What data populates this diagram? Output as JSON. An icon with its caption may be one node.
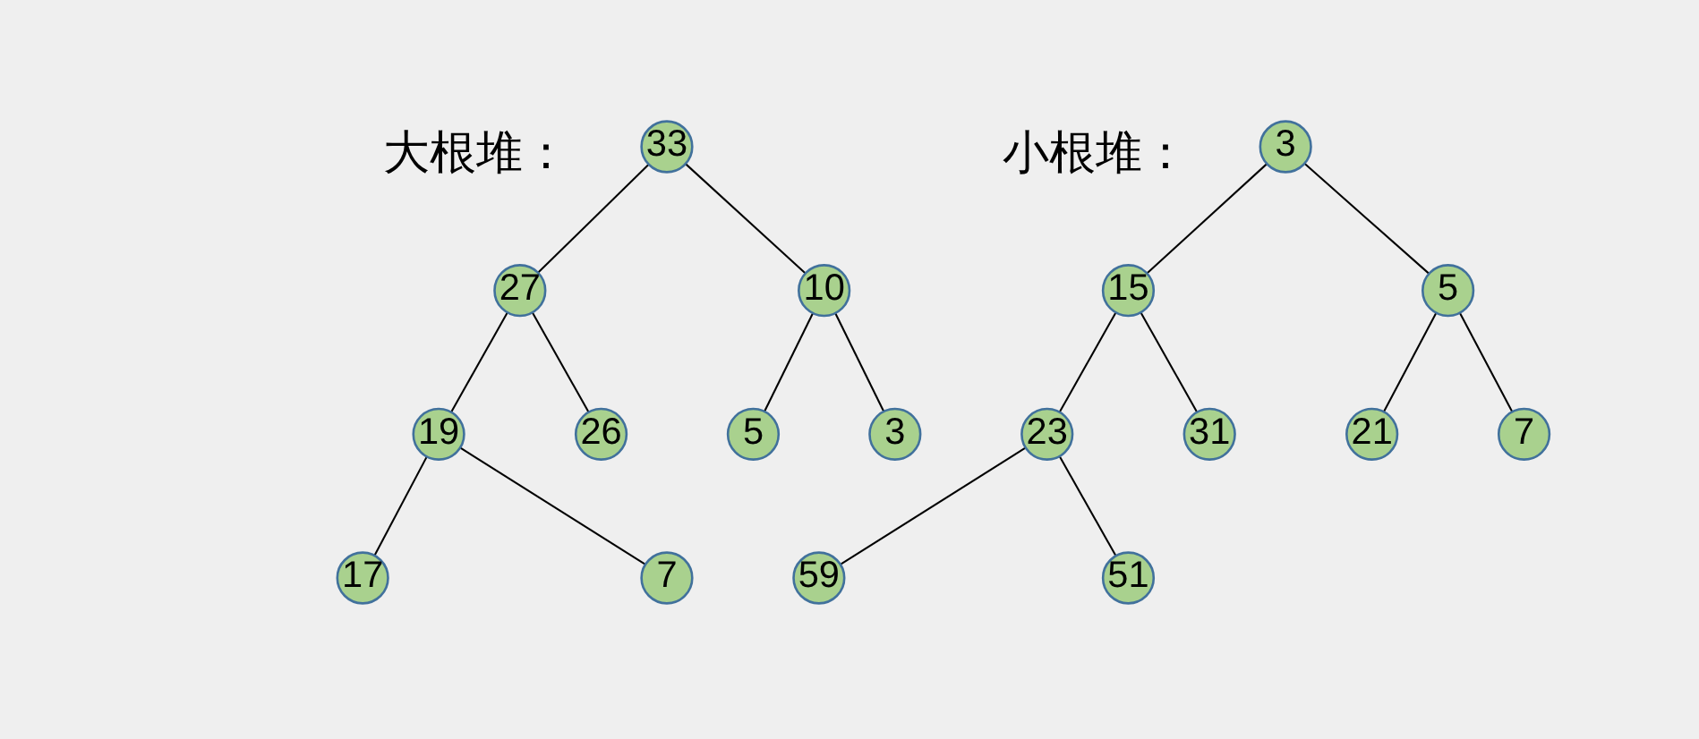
{
  "diagram": {
    "nodes": [
      {
        "text": [
          "33"
        ]
      },
      {
        "text": [
          "27"
        ]
      },
      {
        "text": [
          "10"
        ]
      },
      {
        "text": [
          "19"
        ]
      },
      {
        "text": [
          "26"
        ]
      },
      {
        "text": [
          "5"
        ]
      },
      {
        "text": [
          "3"
        ]
      },
      {
        "text": [
          "17"
        ]
      },
      {
        "text": [
          "7"
        ]
      },
      {
        "text": [
          "3"
        ]
      },
      {
        "text": [
          "15"
        ]
      },
      {
        "text": [
          "5"
        ]
      },
      {
        "text": [
          "23"
        ]
      },
      {
        "text": [
          "31"
        ]
      },
      {
        "text": [
          "21"
        ]
      },
      {
        "text": [
          "7"
        ]
      },
      {
        "text": [
          "59"
        ]
      },
      {
        "text": [
          "51"
        ]
      }
    ],
    "edges": [
      {
        "from": 0,
        "to": 1,
        "arrow": "none"
      },
      {
        "from": 0,
        "to": 2,
        "arrow": "none"
      },
      {
        "from": 1,
        "to": 3,
        "arrow": "none"
      },
      {
        "from": 1,
        "to": 4,
        "arrow": "none"
      },
      {
        "from": 2,
        "to": 5,
        "arrow": "none"
      },
      {
        "from": 2,
        "to": 6,
        "arrow": "none"
      },
      {
        "from": 3,
        "to": 7,
        "arrow": "none"
      },
      {
        "from": 3,
        "to": 8,
        "arrow": "none"
      },
      {
        "from": 9,
        "to": 10,
        "arrow": "none"
      },
      {
        "from": 9,
        "to": 11,
        "arrow": "none"
      },
      {
        "from": 10,
        "to": 12,
        "arrow": "none"
      },
      {
        "from": 10,
        "to": 13,
        "arrow": "none"
      },
      {
        "from": 11,
        "to": 14,
        "arrow": "none"
      },
      {
        "from": 11,
        "to": 15,
        "arrow": "none"
      },
      {
        "from": 12,
        "to": 16,
        "arrow": "none"
      },
      {
        "from": 12,
        "to": 17,
        "arrow": "none"
      }
    ],
    "labels": [
      "大根堆：",
      "小根堆："
    ]
  }
}
